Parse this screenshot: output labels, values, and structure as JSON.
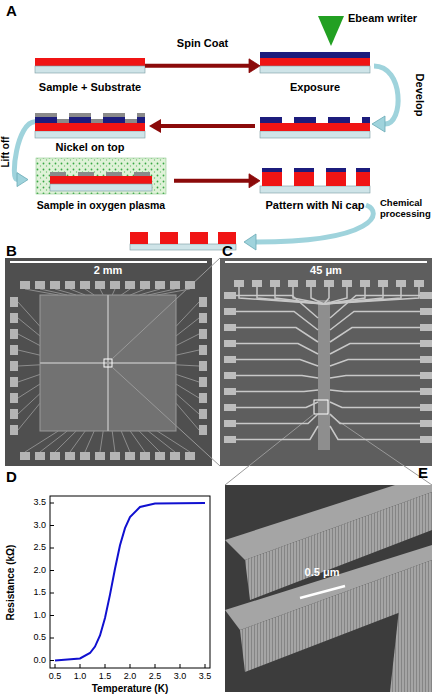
{
  "diagram": {
    "nodes": [
      {
        "text": [
          "Sample + Substrate"
        ]
      },
      {
        "text": [
          "Exposure"
        ]
      },
      {
        "text": [
          "Nickel on top"
        ]
      },
      {
        "text": [
          "Sample in oxygen plasma"
        ]
      },
      {
        "text": [
          "Pattern with Ni cap"
        ]
      }
    ],
    "edges": [
      {
        "from": 0,
        "to": 1,
        "arrow": "to",
        "label": "Spin Coat"
      },
      {
        "from": 2,
        "to": 3,
        "arrow": "to",
        "label": "Lift off"
      },
      {
        "from": 3,
        "to": 4,
        "arrow": "to"
      }
    ],
    "labels": [
      "A",
      "Ebeam writer",
      "Develop",
      "Chemical processing",
      "B",
      "2 mm",
      "C",
      "45 μm",
      "D",
      "Resistance (kΩ)",
      "0.0",
      "0.5",
      "1.0",
      "1.5",
      "2.0",
      "2.5",
      "3.0",
      "3.5",
      "0.5",
      "1.0",
      "1.5",
      "2.0",
      "2.5",
      "3.0",
      "3.5",
      "Temperature (K)",
      "E",
      "0.5 μm"
    ]
  }
}
